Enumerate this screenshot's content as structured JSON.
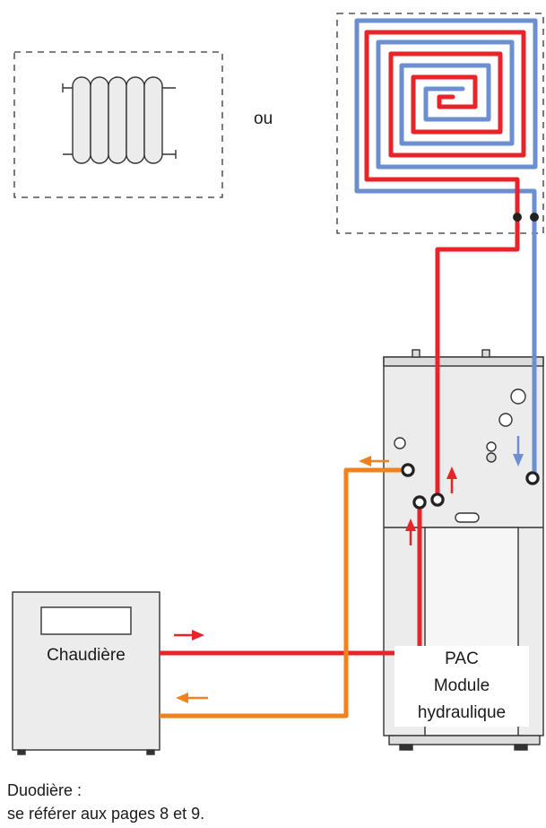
{
  "labels": {
    "or": "ou",
    "boiler": "Chaudière",
    "heatpump": {
      "line1": "PAC",
      "line2": "Module",
      "line3": "hydraulique"
    }
  },
  "caption": {
    "line1": "Duodière :",
    "line2": "se référer aux pages 8 et 9."
  },
  "colors": {
    "supply_red": "#e8232a",
    "return_blue": "#6b8fd0",
    "boiler_orange": "#f0821e",
    "unit_fill": "#ececec",
    "outline": "#333333"
  }
}
